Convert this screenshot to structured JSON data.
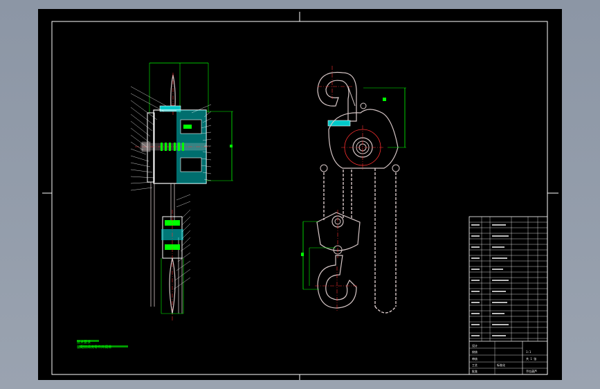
{
  "drawing": {
    "title_block": {
      "lines": [
        "设计",
        "校核",
        "审核",
        "工艺",
        "标准化",
        "批准"
      ],
      "name_cell": "手拉葫芦",
      "scale_cell": "1:1",
      "sheet_cell": "共 1 张"
    },
    "tech_notes": [
      "技术要求",
      "装配前清洗零件并润滑"
    ],
    "colors": {
      "outline": "#ffffff",
      "dimension": "#00ff00",
      "center": "#ff3030",
      "hatch": "#00c8c8",
      "part": "#d8c8c8",
      "frame": "#ffffff"
    }
  }
}
